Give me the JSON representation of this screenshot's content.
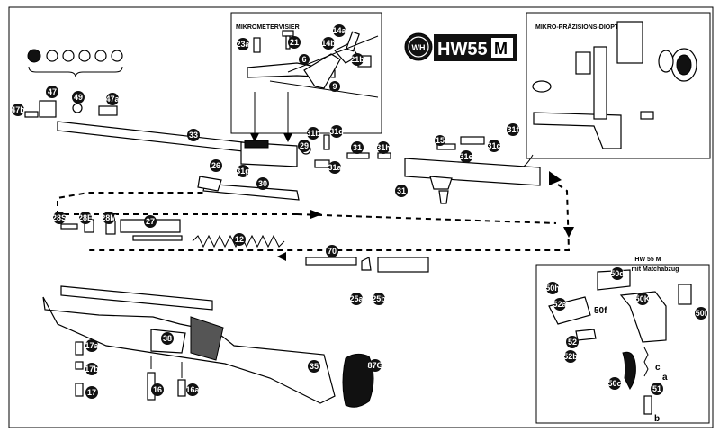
{
  "brand": {
    "emblem": "WH",
    "model": "HW55",
    "model_suffix": "M"
  },
  "boxes": {
    "micrometer_sight_title": "MIKROMETERVISIER",
    "diopter_sight_title": "MIKRO-PRÄZISIONS-DIOPTER",
    "match_trigger_title": "HW 55 M",
    "match_trigger_subtitle": "mit Matchabzug"
  },
  "labels": {
    "p23a": "23a",
    "p21": "21",
    "p6": "6",
    "p14a": "14a",
    "p14b": "14b",
    "p21b": "21b",
    "p9": "9",
    "p47": "47",
    "p49": "49",
    "p47a": "47a",
    "p47b": "47b",
    "p33": "33",
    "p31b": "31b",
    "p31d": "31d",
    "p29": "29",
    "p31a": "31a",
    "p26": "26",
    "p31g": "31g",
    "p30": "30",
    "p31": "31",
    "p31h": "31h",
    "p15": "15",
    "p31c": "31c",
    "p31e": "31e",
    "p31f": "31f",
    "p28s": "28S",
    "p28e": "28E",
    "p28m": "28M",
    "p27": "27",
    "p12": "12",
    "p70": "70",
    "p25a": "25a",
    "p25b": "25b",
    "p38": "38",
    "p35": "35",
    "p87g": "87G",
    "p17a": "17a",
    "p17b": "17b",
    "p17": "17",
    "p16": "16",
    "p16a": "16a",
    "p50h": "50h",
    "p50d": "50d",
    "p50k": "50K",
    "p50i": "50i",
    "p52a": "52a",
    "p50f": "50f",
    "p52": "52",
    "p52b": "52b",
    "p50c": "50c",
    "p51": "51",
    "p_a": "a",
    "p_b": "b",
    "p_c": "c"
  }
}
